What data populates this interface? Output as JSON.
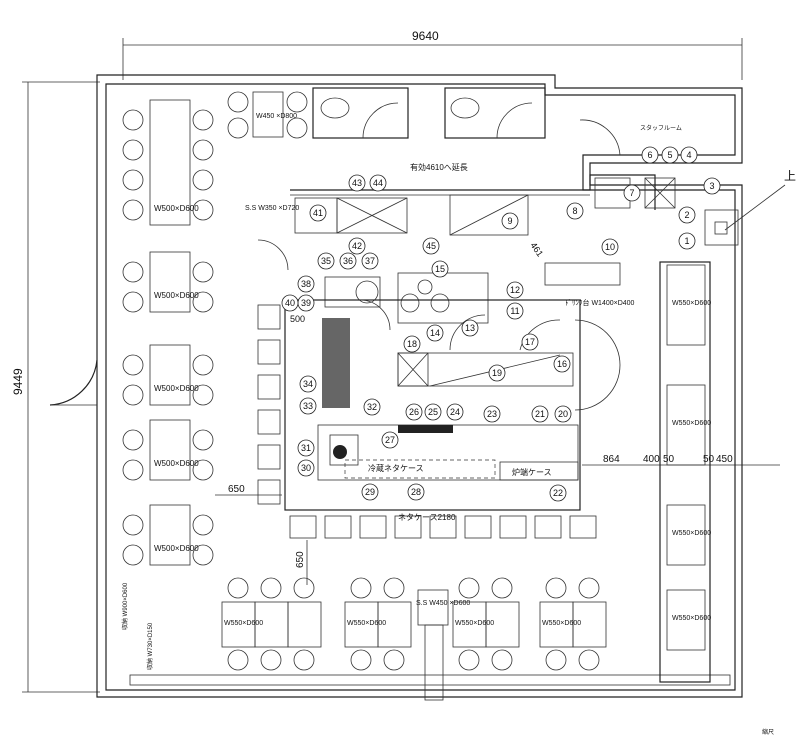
{
  "dimensions": {
    "overall_width": "9640",
    "overall_depth": "9449",
    "aisle_left": "650",
    "aisle_bottom": "650",
    "counter_gap": "500",
    "door_swing": "461",
    "right_dims": [
      "864",
      "400",
      "50",
      "50",
      "450"
    ]
  },
  "labels": {
    "top_table": "W450\n×D800",
    "ss_left": "S.S W350 ×D720",
    "extension_note": "有効4610へ延長",
    "staff_room": "スタッフルーム",
    "upper_note": "上",
    "drink_counter": "ﾄﾞﾘﾝｸ台 W1400×D400",
    "cold_case": "冷蔵ネタケース",
    "robata_case": "炉端ケース",
    "neta_case": "ネタケース2180",
    "ss_bottom": "S.S W450 ×D600",
    "shelf_w900": "収納 W900×D600",
    "shelf_w730": "収納 W730×D150",
    "scale_note": "縮尺"
  },
  "tables": {
    "left": [
      "W500×D600",
      "W500×D600",
      "W500×D600",
      "W500×D600",
      "W500×D600"
    ],
    "bottom": [
      "W550×D600",
      "W550×D600",
      "W550×D600",
      "W550×D600"
    ],
    "right": [
      "W550×D600",
      "W550×D600",
      "W550×D600",
      "W550×D600"
    ]
  },
  "equipment_numbers": [
    "1",
    "2",
    "3",
    "4",
    "5",
    "6",
    "7",
    "8",
    "9",
    "10",
    "11",
    "12",
    "13",
    "14",
    "15",
    "16",
    "17",
    "18",
    "19",
    "20",
    "21",
    "22",
    "23",
    "24",
    "25",
    "26",
    "27",
    "28",
    "29",
    "30",
    "31",
    "32",
    "33",
    "34",
    "35",
    "36",
    "37",
    "38",
    "39",
    "40",
    "41",
    "42",
    "43",
    "44",
    "45"
  ]
}
